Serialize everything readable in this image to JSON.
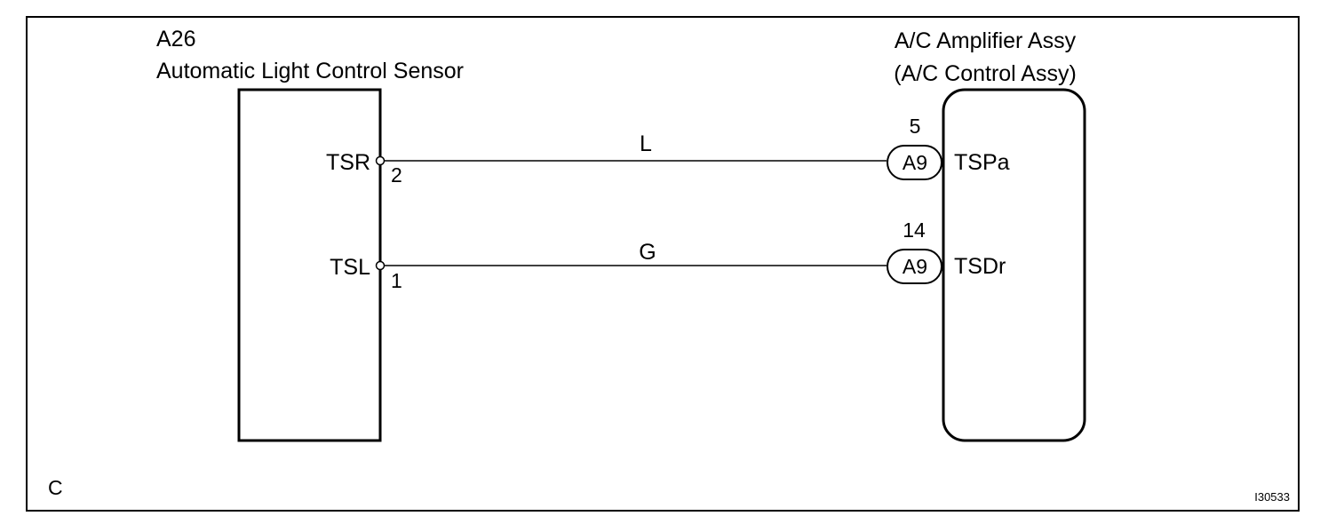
{
  "frame": {
    "corner_label": "C",
    "figure_id": "I30533"
  },
  "sensor": {
    "code": "A26",
    "name": "Automatic Light Control Sensor",
    "terminals": [
      {
        "name": "TSR",
        "pin": "2"
      },
      {
        "name": "TSL",
        "pin": "1"
      }
    ]
  },
  "amplifier": {
    "name_line1": "A/C Amplifier Assy",
    "name_line2": "(A/C Control Assy)",
    "terminals": [
      {
        "name": "TSPa",
        "connector": "A9",
        "pin": "5"
      },
      {
        "name": "TSDr",
        "connector": "A9",
        "pin": "14"
      }
    ]
  },
  "wires": [
    {
      "color": "L"
    },
    {
      "color": "G"
    }
  ]
}
